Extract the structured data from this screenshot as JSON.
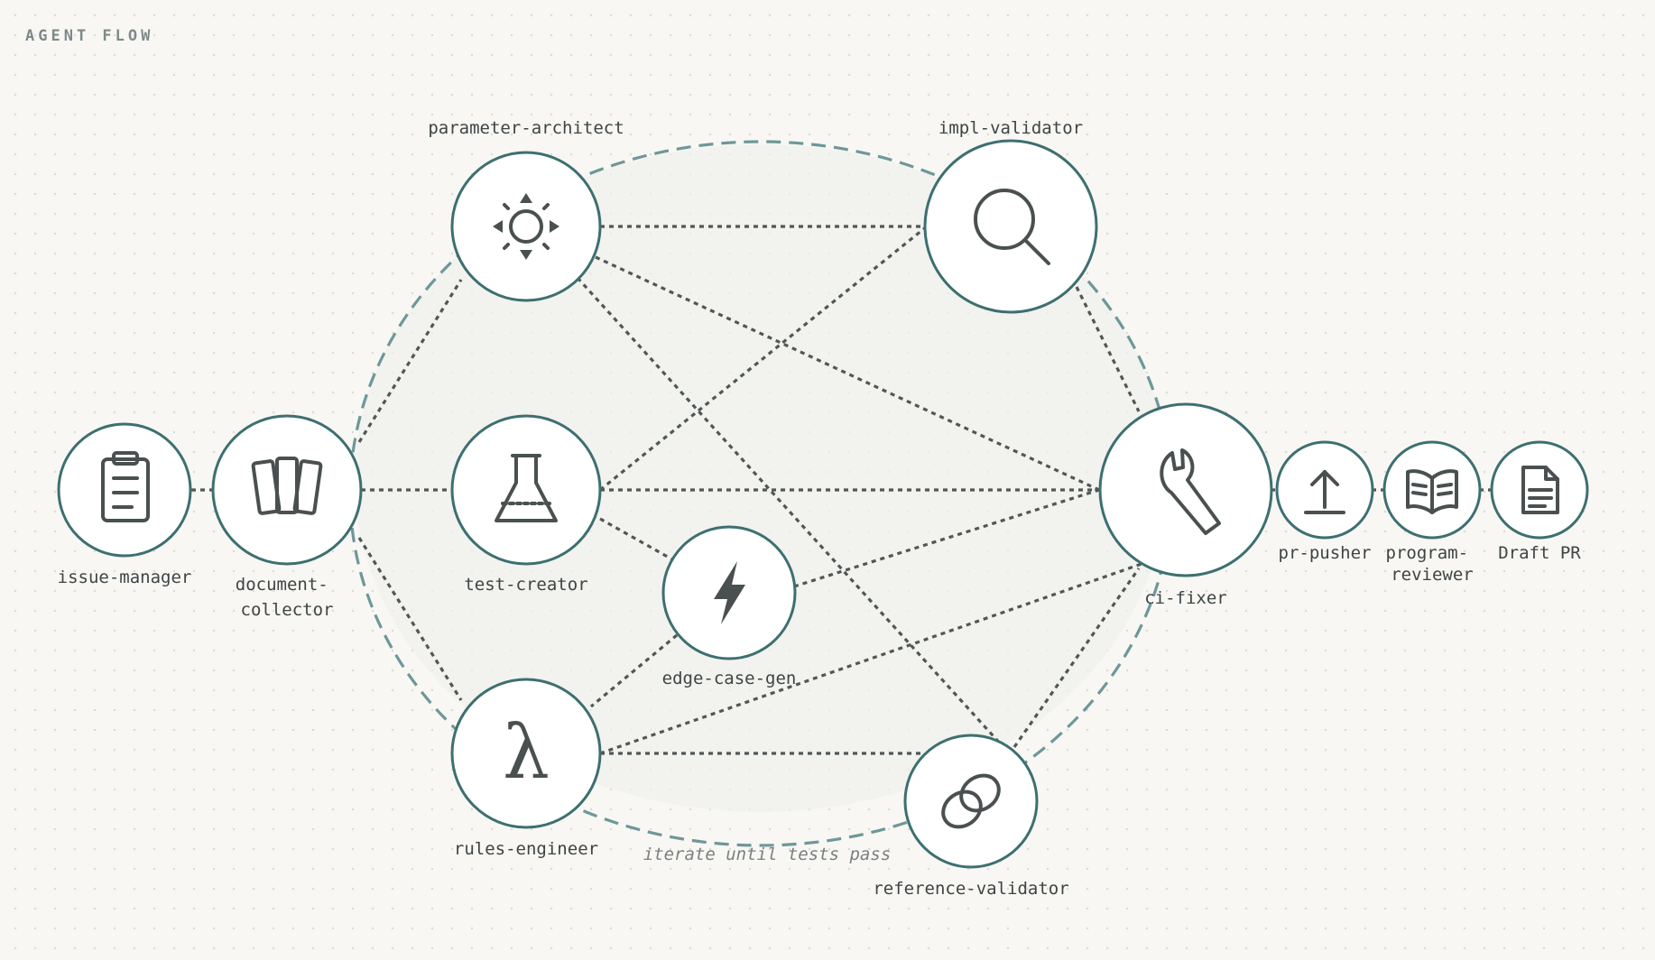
{
  "header": {
    "title": "AGENT FLOW"
  },
  "loop": {
    "label": "iterate until tests pass"
  },
  "nodes": {
    "issue_manager": {
      "label": "issue-manager",
      "icon": "clipboard-icon"
    },
    "document_collector": {
      "label_line1": "document-",
      "label_line2": "collector",
      "icon": "documents-icon"
    },
    "parameter_architect": {
      "label": "parameter-architect",
      "icon": "sun-gear-icon"
    },
    "test_creator": {
      "label": "test-creator",
      "icon": "flask-icon"
    },
    "rules_engineer": {
      "label": "rules-engineer",
      "icon": "lambda-icon",
      "glyph": "λ"
    },
    "edge_case_gen": {
      "label": "edge-case-gen",
      "icon": "lightning-icon"
    },
    "impl_validator": {
      "label": "impl-validator",
      "icon": "magnifier-icon"
    },
    "reference_validator": {
      "label": "reference-validator",
      "icon": "rings-icon"
    },
    "ci_fixer": {
      "label": "ci-fixer",
      "icon": "wrench-icon"
    },
    "pr_pusher": {
      "label": "pr-pusher",
      "icon": "upload-icon"
    },
    "program_reviewer": {
      "label_line1": "program-",
      "label_line2": "reviewer",
      "icon": "open-book-icon"
    },
    "draft_pr": {
      "label": "Draft PR",
      "icon": "document-icon"
    }
  },
  "colors": {
    "background": "#f8f7f4",
    "node_border": "#3d6f70",
    "edge": "#4f5757",
    "loop": "#6e9798",
    "title": "#7d8a89"
  }
}
